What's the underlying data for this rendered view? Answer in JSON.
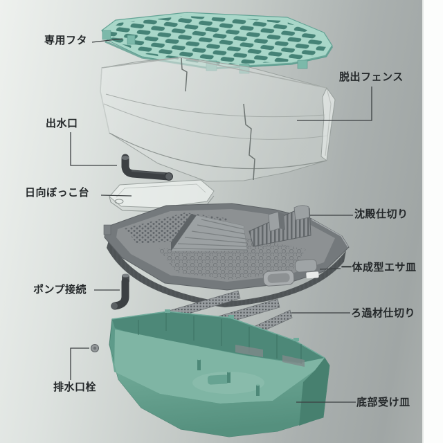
{
  "diagram": {
    "kind": "exploded-view-product-diagram",
    "labels": [
      {
        "text": "専用フタ",
        "part": "lid"
      },
      {
        "text": "脱出フェンス",
        "part": "escape-fence"
      },
      {
        "text": "出水口",
        "part": "water-outlet"
      },
      {
        "text": "日向ぼっこ台",
        "part": "basking-platform"
      },
      {
        "text": "沈殿仕切り",
        "part": "sediment-divider"
      },
      {
        "text": "一体成型エサ皿",
        "part": "molded-feeding-dish"
      },
      {
        "text": "ポンプ接続",
        "part": "pump-connection"
      },
      {
        "text": "ろ過材仕切り",
        "part": "filter-media-divider"
      },
      {
        "text": "排水口栓",
        "part": "drain-plug"
      },
      {
        "text": "底部受け皿",
        "part": "bottom-tray"
      }
    ],
    "colors": {
      "lid_teal": "#a9d7c9",
      "lid_grid": "#3d7b6f",
      "bottom_tray_teal": "#5e9b8a",
      "tray_floor_teal": "#7fb5a4",
      "main_tray_gray": "#8d9193",
      "pipe_dark": "#3c4043",
      "label_text": "#24282a",
      "background_left": "#eef1ee",
      "background_right": "#a2a8a7",
      "right_margin": "#fcfdfc"
    }
  }
}
